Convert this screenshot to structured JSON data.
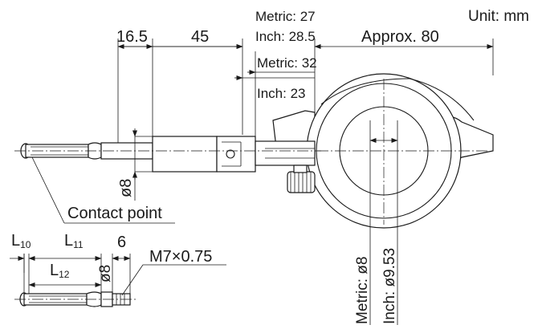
{
  "unit_label": "Unit: mm",
  "dimensions": {
    "d16_5": "16.5",
    "d45": "45",
    "metric27": "Metric: 27",
    "inch28_5": "Inch: 28.5",
    "approx80": "Approx. 80",
    "metric32": "Metric: 32",
    "inch23": "Inch: 23",
    "dia8": "ø8",
    "stem_metric": "Metric: ø8",
    "stem_inch": "Inch: ø9.53"
  },
  "callouts": {
    "contact_point": "Contact point"
  },
  "contact_point_detail": {
    "L": "L",
    "l10_sub": "10",
    "l11_sub": "11",
    "l12_sub": "12",
    "d6": "6",
    "dia8": "ø8",
    "thread": "M7×0.75"
  }
}
